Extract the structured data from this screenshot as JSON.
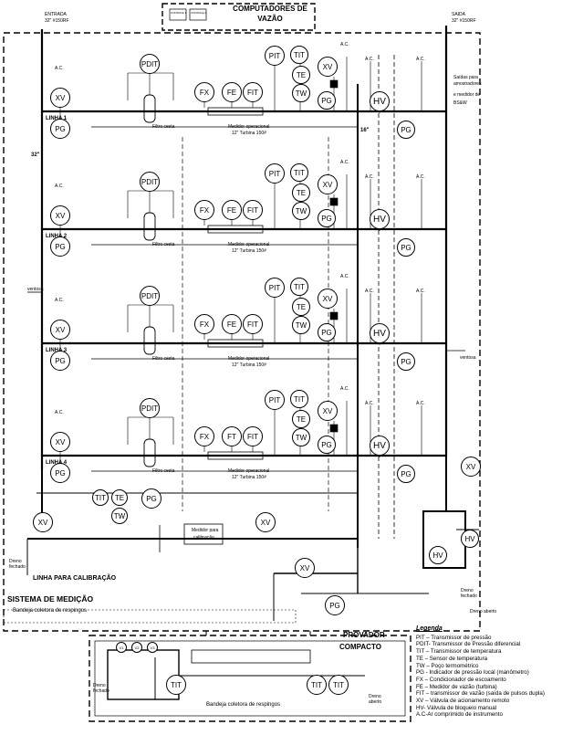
{
  "header": {
    "title_line1": "COMPUTADORES DE",
    "title_line2": "VAZÃO",
    "computer_labels": [
      "CONSOLE 1",
      "CONSOLE 2"
    ]
  },
  "ports": {
    "inlet_line1": "ENTRADA",
    "inlet_line2": "32\" #150RF",
    "outlet_line1": "SAIDA",
    "outlet_line2": "32\" #150RF",
    "sample_line1": "Saídas para",
    "sample_line2": "amostradores",
    "bsw_line1": "e medidor de",
    "bsw_line2": "BS&W"
  },
  "header_pipe": "32\"",
  "outlet_pipe": "16\"",
  "lines": [
    {
      "label": "LINHA 1",
      "filter": "Filtro cesta",
      "meter1": "Medidor operacional",
      "meter2": "12\" Turbina 150#",
      "inst": [
        "PDIT",
        "FX",
        "FE",
        "FIT",
        "PIT",
        "TIT",
        "TE",
        "TW",
        "XV",
        "XV",
        "PG",
        "PG",
        "HV",
        "PG"
      ]
    },
    {
      "label": "LINHA 2",
      "filter": "Filtro cesta",
      "meter1": "Medidor operacional",
      "meter2": "12\" Turbina 150#",
      "inst": [
        "PDIT",
        "FX",
        "FE",
        "FIT",
        "PIT",
        "TIT",
        "TE",
        "TW",
        "XV",
        "XV",
        "PG",
        "PG",
        "HV",
        "PG"
      ]
    },
    {
      "label": "LINHA 3",
      "filter": "Filtro cesta",
      "meter1": "Medidor operacional",
      "meter2": "12\" Turbina 150#",
      "inst": [
        "PDIT",
        "FX",
        "FE",
        "FIT",
        "PIT",
        "TIT",
        "TE",
        "TW",
        "XV",
        "XV",
        "PG",
        "PG",
        "HV",
        "PG"
      ]
    },
    {
      "label": "LINHA 4",
      "filter": "Filtro cesta",
      "meter1": "Medidor operacional",
      "meter2": "12\" Turbina 150#",
      "inst": [
        "PDIT",
        "FX",
        "FT",
        "FIT",
        "PIT",
        "TIT",
        "TE",
        "TW",
        "XV",
        "XV",
        "PG",
        "PG",
        "HV",
        "PG"
      ]
    }
  ],
  "ac": "A.C.",
  "vent": "ventosa",
  "calibration": {
    "line_label": "LINHA PARA CALIBRAÇÃO",
    "meter_line1": "Medidor para",
    "meter_line2": "calibração",
    "inst": [
      "TIT",
      "TE",
      "TW",
      "PG",
      "XV",
      "XV",
      "XV",
      "PG",
      "XV",
      "HV",
      "HV"
    ]
  },
  "drains": {
    "closed": "Dreno fechado",
    "open": "Dreno aberto"
  },
  "system": {
    "title": "SISTEMA DE MEDIÇÃO",
    "tray": "Bandeja coletora de respingos"
  },
  "prover": {
    "title_line1": "PROVADOR",
    "title_line2": "COMPACTO",
    "tray": "Bandeja coletora de respingos",
    "drain_closed": "Dreno fechado",
    "drain_open": "Dreno aberto",
    "inst": [
      "TIT",
      "TIT",
      "TIT"
    ],
    "valves": [
      "V1",
      "V2",
      "V3"
    ]
  },
  "legend": {
    "title": "Legenda",
    "items": [
      "PIT – Transmissor de pressão",
      "PDIT- Transmissor de Pressão diferencial",
      "TIT – Transmissor de temperatura",
      "TE – Sensor de temperatura",
      "TW – Poço termométrico",
      "PG - Indicador de pressão local (manômetro)",
      "FX – Condicionador de escoamento",
      "FE – Medidor de vazão (turbina)",
      "FIT – transmissor de vazão (saída de pulsos dupla)",
      "XV – Válvula de acionamento remoto",
      "HV- Válvula de bloqueio manual",
      "A.C-Ar comprimido de instrumento"
    ]
  }
}
